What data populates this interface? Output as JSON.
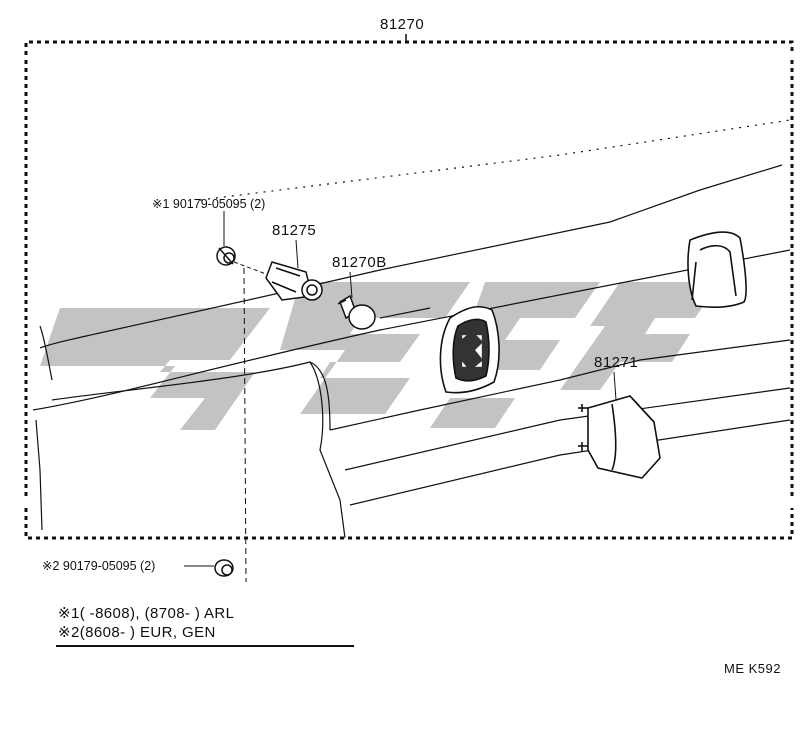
{
  "labels": {
    "assembly": "81270",
    "screw_top": "※1 90179-05095 (2)",
    "socket": "81275",
    "bulb": "81270B",
    "lamp": "81271",
    "screw_bottom": "※2 90179-05095 (2)"
  },
  "notes": [
    "※1(      -8608), (8708-       ) ARL",
    "※2(8608-        ) EUR, GEN"
  ],
  "page_code": "ME  K592",
  "colors": {
    "line": "#111111",
    "watermark": "#b9b9b9",
    "background": "#ffffff"
  }
}
